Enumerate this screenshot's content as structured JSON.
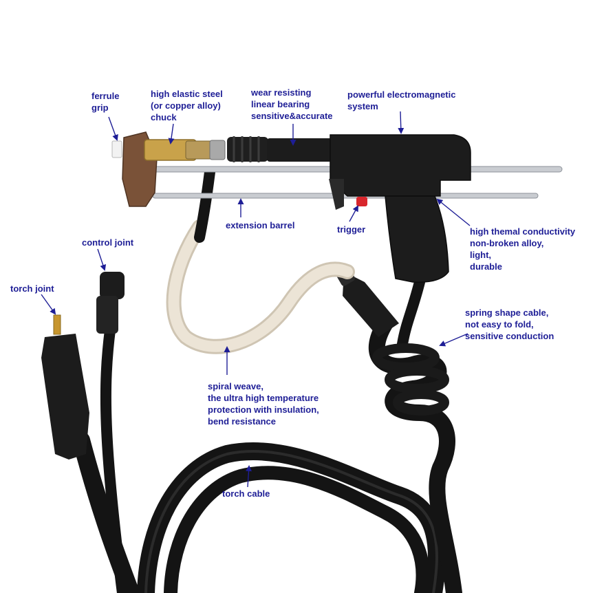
{
  "colors": {
    "label_text": "#1e1e96",
    "arrow": "#1e1e96",
    "background": "#ffffff",
    "gun_body": "#1c1c1c",
    "cable": "#141414",
    "rod": "#c9ccd1",
    "brass": "#c9a24a",
    "copper_block": "#7a5238",
    "sleeve": "#ece4d6",
    "trigger_red": "#d8262c"
  },
  "labels": {
    "ferrule": [
      "ferrule",
      "grip"
    ],
    "chuck": [
      "high elastic steel",
      "(or copper alloy)",
      "chuck"
    ],
    "bearing": [
      "wear resisting",
      "linear bearing",
      "sensitive&accurate"
    ],
    "magnet": [
      "powerful electromagnetic",
      "system"
    ],
    "barrel": [
      "extension barrel"
    ],
    "trigger": [
      "trigger"
    ],
    "alloy": [
      "high themal conductivity",
      "non-broken alloy,",
      "light,",
      "durable"
    ],
    "control": [
      "control joint"
    ],
    "torch_joint": [
      "torch joint"
    ],
    "spring": [
      "spring shape cable,",
      "not easy to fold,",
      "sensitive conduction"
    ],
    "weave": [
      "spiral weave,",
      "the ultra high temperature",
      "protection with insulation,",
      "bend resistance"
    ],
    "torch_cable": [
      "torch cable"
    ]
  }
}
